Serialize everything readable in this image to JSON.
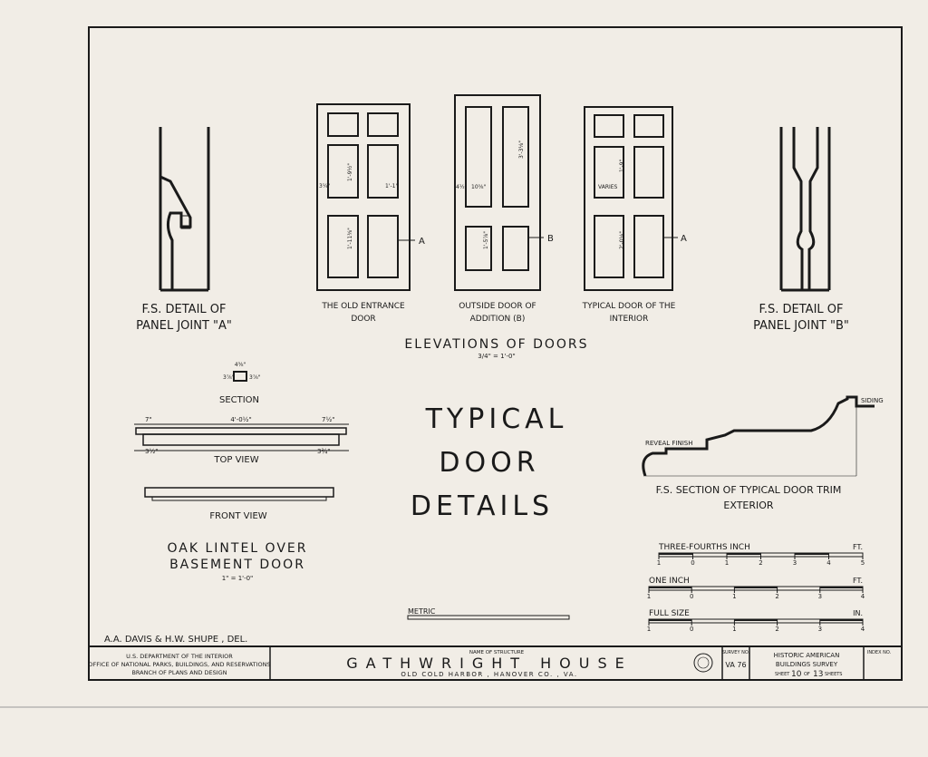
{
  "elevations": {
    "title": "ELEVATIONS OF DOORS",
    "scale": "3/4\" = 1'-0\"",
    "doors": [
      {
        "label_line1": "THE OLD ENTRANCE",
        "label_line2": "DOOR",
        "marker": "A"
      },
      {
        "label_line1": "OUTSIDE DOOR OF",
        "label_line2": "ADDITION (B)",
        "marker": "B"
      },
      {
        "label_line1": "TYPICAL DOOR OF THE",
        "label_line2": "INTERIOR",
        "marker": "A"
      }
    ],
    "dims": {
      "stile": "3¼\"",
      "panel_w": "1'-1\"",
      "mid": "3¾\"",
      "d2_a": "4½\"",
      "d2_b": "10⅝\"",
      "d2_c": "3'-3⅛\"",
      "d2_d": "1'-5⅞\"",
      "d1_a": "1'-9½\"",
      "d1_b": "1'-11⅜\"",
      "d3_a": "1'-9\"",
      "d3_b": "2'-0⅛\"",
      "varies": "VARIES"
    }
  },
  "panel_details": [
    {
      "line1": "F.S. DETAIL OF",
      "line2": "PANEL JOINT \"A\""
    },
    {
      "line1": "F.S. DETAIL OF",
      "line2": "PANEL JOINT \"B\""
    }
  ],
  "lintel": {
    "section_label": "SECTION",
    "section_dims": [
      "4⅜\"",
      "3⅞\"",
      "3⅞\""
    ],
    "top_dims": [
      "7\"",
      "4'-0½\"",
      "7½\""
    ],
    "bottom_dims": [
      "3½\"",
      "3¾\""
    ],
    "top_view": "TOP VIEW",
    "front_view": "FRONT VIEW",
    "title_line1": "OAK LINTEL OVER",
    "title_line2": "BASEMENT DOOR",
    "scale": "1\" = 1'-0\""
  },
  "main_title": [
    "TYPICAL",
    "DOOR",
    "DETAILS"
  ],
  "trim": {
    "reveal": "REVEAL FINISH",
    "siding": "SIDING",
    "line1": "F.S. SECTION OF TYPICAL DOOR TRIM",
    "line2": "EXTERIOR"
  },
  "scales": [
    {
      "label": "THREE-FOURTHS INCH",
      "unit": "FT.",
      "ticks": [
        "1",
        "0",
        "1",
        "2",
        "3",
        "4",
        "5"
      ]
    },
    {
      "label": "ONE INCH",
      "unit": "FT.",
      "ticks": [
        "1",
        "0",
        "1",
        "2",
        "3",
        "4"
      ]
    },
    {
      "label": "FULL SIZE",
      "unit": "IN.",
      "ticks": [
        "1",
        "0",
        "1",
        "2",
        "3",
        "4"
      ]
    }
  ],
  "metric_label": "METRIC",
  "delineators": "A.A. DAVIS & H.W. SHUPE , DEL.",
  "title_block": {
    "agency_line1": "U.S. DEPARTMENT OF THE INTERIOR",
    "agency_line2": "OFFICE OF NATIONAL PARKS, BUILDINGS, AND RESERVATIONS",
    "agency_line3": "BRANCH OF PLANS AND DESIGN",
    "name_label": "NAME OF STRUCTURE",
    "structure": "GATHWRIGHT HOUSE",
    "location": "OLD COLD HARBOR , HANOVER CO. , VA.",
    "survey_label": "SURVEY NO.",
    "survey_no": "VA 76",
    "habs_line1": "HISTORIC AMERICAN",
    "habs_line2": "BUILDINGS SURVEY",
    "sheet_prefix": "SHEET",
    "sheet": "10",
    "of": "OF",
    "sheets_total": "13",
    "sheets_suffix": "SHEETS",
    "index_label": "INDEX NO."
  }
}
